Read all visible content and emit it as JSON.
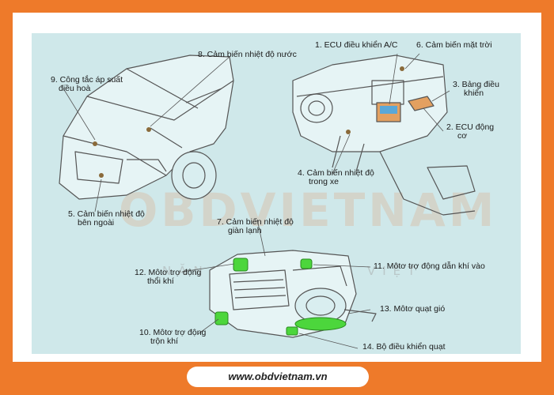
{
  "watermark": {
    "brand": "OBDVIETNAM",
    "tagline": "NĂNG TẦM GARA VIỆT"
  },
  "labels": {
    "l1": "1. ECU điều khiển A/C",
    "l2a": "2. ECU động",
    "l2b": "cơ",
    "l3a": "3. Bảng điều",
    "l3b": "khiển",
    "l4a": "4. Cảm biến nhiệt độ",
    "l4b": "trong xe",
    "l5a": "5. Cảm biến nhiệt độ",
    "l5b": "bên ngoài",
    "l6": "6. Cảm biến mặt trời",
    "l7a": "7. Cảm biến nhiệt độ",
    "l7b": "giàn lạnh",
    "l8": "8. Cảm biến nhiệt độ nước",
    "l9a": "9. Công tắc áp suất",
    "l9b": "điều hoà",
    "l10a": "10. Môtơ trợ động",
    "l10b": "trộn khí",
    "l11": "11. Môtơ trợ động dẫn khí vào",
    "l12a": "12. Môtơ trợ động",
    "l12b": "thổi khí",
    "l13": "13. Môtơ quạt gió",
    "l14": "14. Bộ điều khiển quạt"
  },
  "footer": {
    "url": "www.obdvietnam.vn"
  },
  "colors": {
    "background": "#ee7a2a",
    "diagram": "#cfe8ea",
    "actuator": "#4cd63c",
    "ecu": "#e3a060",
    "line": "#555555"
  }
}
